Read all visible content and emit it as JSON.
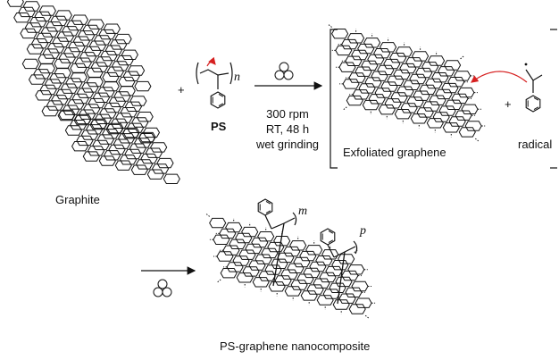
{
  "labels": {
    "graphite": "Graphite",
    "ps": "PS",
    "n": "n",
    "condition_speed": "300 rpm",
    "condition_temp_time": "RT, 48 h",
    "condition_method": "wet grinding",
    "plus": "+",
    "exfoliated": "Exfoliated graphene",
    "radical": "radical",
    "m": "m",
    "p": "p",
    "product": "PS-graphene nanocomposite"
  },
  "colors": {
    "ink": "#111111",
    "electron_arrow": "#d62020"
  },
  "icons": {
    "ball_mill": "ball-mill-icon",
    "benzene": "benzene-ring-icon"
  }
}
